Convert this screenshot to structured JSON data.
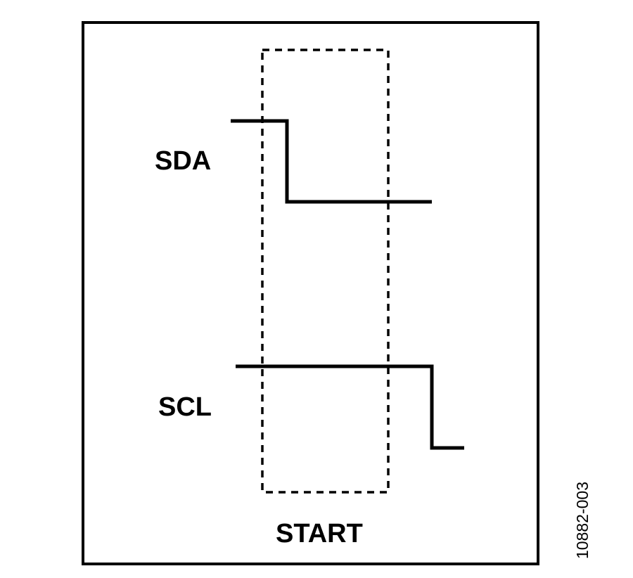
{
  "diagram": {
    "signals": [
      {
        "name": "SDA",
        "transition": "high-to-low"
      },
      {
        "name": "SCL",
        "transition": "high-to-low"
      }
    ],
    "window_label": "START",
    "figure_id": "10882-003"
  }
}
